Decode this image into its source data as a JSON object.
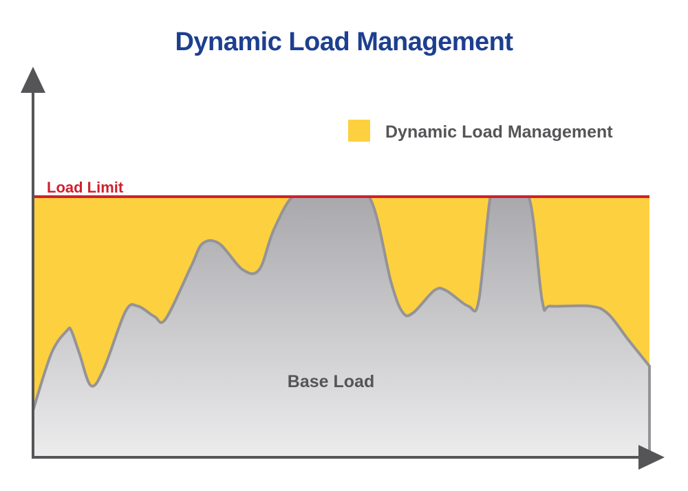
{
  "chart_data": {
    "type": "area",
    "title": "Dynamic Load Management",
    "xlabel": "",
    "ylabel": "",
    "xlim": [
      0,
      100
    ],
    "ylim": [
      0,
      100
    ],
    "grid": false,
    "legend": {
      "position": "top-right",
      "label": "Dynamic Load Management",
      "color": "#fdd03f"
    },
    "load_limit": {
      "label": "Load Limit",
      "value": 100,
      "color": "#d0202e"
    },
    "base_load": {
      "label": "Base Load",
      "x": [
        0,
        3,
        5.5,
        6.2,
        7.5,
        9.4,
        11.5,
        15,
        17,
        19.7,
        21.5,
        25.6,
        27.5,
        30.2,
        34,
        36.7,
        39,
        42.1,
        45.3,
        47.3,
        48.9,
        54.5,
        58.1,
        60,
        61.7,
        65.1,
        67,
        70.6,
        72.3,
        74.2,
        75.8,
        76.3,
        80.4,
        82.6,
        84,
        90.4,
        93.3,
        96.6,
        100
      ],
      "y": [
        18,
        40,
        48.6,
        48.6,
        40,
        27.5,
        34,
        56,
        58,
        54,
        53,
        73,
        82,
        82,
        72,
        72,
        87,
        100,
        100,
        100,
        100,
        100,
        67,
        55.5,
        55.5,
        64,
        64,
        58,
        60,
        100,
        100,
        100,
        100,
        60,
        58,
        58,
        55,
        45,
        35
      ]
    },
    "colors": {
      "dynamic": "#fdd03f",
      "base_top": "#a9a8ac",
      "base_bottom": "#ececed",
      "outline": "#949397",
      "axis": "#555558"
    }
  }
}
